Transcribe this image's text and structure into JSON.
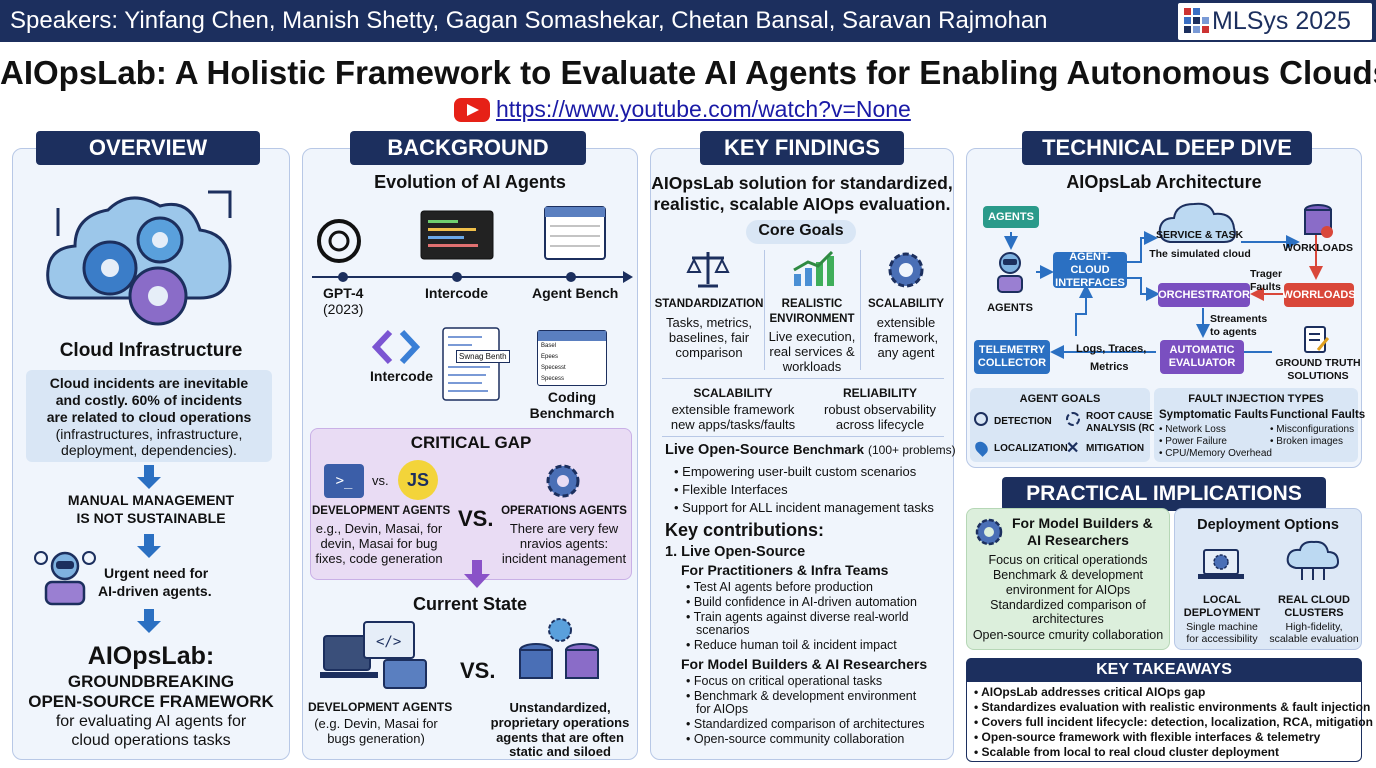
{
  "header": {
    "speakers": "Speakers: Yinfang Chen, Manish Shetty, Gagan Somashekar, Chetan Bansal, Saravan Rajmohan",
    "conference": "MLSys 2025",
    "title": "AIOpsLab: A Holistic Framework to Evaluate AI Agents for Enabling Autonomous Clouds",
    "url": "https://www.youtube.com/watch?v=None"
  },
  "overview": {
    "heading": "OVERVIEW",
    "cloud_label": "Cloud Infrastructure",
    "box_line1": "Cloud incidents are inevitable",
    "box_line2": "and costly. 60% of incidents",
    "box_line3": "are related to cloud operations",
    "box_line4": "(infrastructures, infrastructure,",
    "box_line5": "deployment, dependencies).",
    "manual1": "MANUAL MANAGEMENT",
    "manual2": "IS NOT SUSTAINABLE",
    "urgent1": "Urgent need for",
    "urgent2": "AI-driven agents.",
    "final1": "AIOpsLab:",
    "final2": "GROUNDBREAKING",
    "final3": "OPEN-SOURCE FRAMEWORK",
    "final4": "for evaluating AI agents for",
    "final5": "cloud operations tasks"
  },
  "background": {
    "heading": "BACKGROUND",
    "subtitle": "Evolution of AI Agents",
    "t1": "GPT-4",
    "t1_year": "(2023)",
    "t2": "Intercode",
    "t3": "Agent Bench",
    "logo_label": "Intercode",
    "doc_tag": "Swnag Benth",
    "coding1": "Coding",
    "coding2": "Benchmarch",
    "table_rows": [
      "Basel",
      "Epees",
      "Specesst",
      "Specess"
    ],
    "gap_title": "CRITICAL GAP",
    "vs": "vs.",
    "js": "JS",
    "dev_title": "DEVELOPMENT AGENTS",
    "dev1": "e.g., Devin, Masai, for",
    "dev2": "devin, Masai for bug",
    "dev3": "fixes, code generation",
    "big_vs": "VS.",
    "ops_title": "OPERATIONS AGENTS",
    "ops1": "There are very few",
    "ops2": "nravios agents:",
    "ops3": "incident management",
    "current": "Current State",
    "cur_dev_title": "DEVELOPMENT AGENTS",
    "cur_dev1": "(e.g. Devin, Masai for",
    "cur_dev2": "bugs generation)",
    "cur_vs": "VS.",
    "cur_ops1": "Unstandardized,",
    "cur_ops2": "proprietary operations",
    "cur_ops3": "agents that are often",
    "cur_ops4": "static and siloed"
  },
  "findings": {
    "heading": "KEY FINDINGS",
    "lead1": "AIOpsLab solution for standardized,",
    "lead2": "realistic, scalable AIOps evaluation.",
    "core": "Core Goals",
    "g1_title": "STANDARDIZATION",
    "g1_1": "Tasks, metrics,",
    "g1_2": "baselines, fair",
    "g1_3": "comparison",
    "g2_title1": "REALISTIC",
    "g2_title2": "ENVIRONMENT",
    "g2_1": "Live execution,",
    "g2_2": "real services &",
    "g2_3": "workloads",
    "g3_title": "SCALABILITY",
    "g3_1": "extensible",
    "g3_2": "framework,",
    "g3_3": "any agent",
    "s_title": "SCALABILITY",
    "s_1": "extensible framework",
    "s_2": "new apps/tasks/faults",
    "r_title": "RELIABILITY",
    "r_1": "robust observability",
    "r_2": "across lifecycle",
    "live_title": "Live Open-Source",
    "live_bench": "Benchmark",
    "live_note": "(100+ problems)",
    "live_items": [
      "Empowering user-built custom scenarios",
      "Flexible Interfaces",
      "Support for ALL incident management tasks"
    ],
    "contrib": "Key contributions:",
    "c1": "1. Live Open-Source",
    "prac_title": "For Practitioners & Infra Teams",
    "prac_items": [
      "Test AI agents before production",
      "Build confidence in AI-driven automation",
      "Train agents against diverse real-world",
      "scenarios",
      "Reduce human toil & incident impact"
    ],
    "mb_title": "For Model Builders & AI Researchers",
    "mb_items": [
      "Focus on critical operational tasks",
      "Benchmark & development environment",
      "for AIOps",
      "Standardized comparison of architectures",
      "Open-source community collaboration"
    ]
  },
  "deep": {
    "heading": "TECHNICAL DEEP DIVE",
    "subtitle": "AIOpsLab Architecture",
    "agents_top": "AGENTS",
    "agents_lbl": "AGENTS",
    "aci1": "AGENT-CLOUD",
    "aci2": "INTERFACES",
    "svc": "SERVICE & TASK",
    "sim": "The simulated cloud",
    "workloads_lbl": "WORKLOADS",
    "trigger1": "Trager",
    "trigger2": "Faults",
    "orch": "ORCHESTRATOR",
    "workloads_box": "WORRLOADS",
    "streams1": "Streaments",
    "streams2": "to agents",
    "tele1": "TELEMETRY",
    "tele2": "COLLECTOR",
    "logs": "Logs, Traces,",
    "metrics": "Metrics",
    "auto1": "AUTOMATIC",
    "auto2": "EVALUATOR",
    "gt1": "GROUND TRUTH",
    "gt2": "SOLUTIONS",
    "goals_title": "AGENT GOALS",
    "goal_det": "DETECTION",
    "goal_rca1": "ROOT CAUSE",
    "goal_rca2": "ANALYSIS (RCA)",
    "goal_loc": "LOCALIZATION",
    "goal_mit": "MITIGATION",
    "fault_title": "FAULT INJECTION TYPES",
    "symp_title": "Symptomatic Faults",
    "symp_items": [
      "• Network Loss",
      "• Power Failure",
      "• CPU/Memory Overhead"
    ],
    "func_title": "Functional Faults",
    "func_items": [
      "• Misconfigurations",
      "• Broken images"
    ]
  },
  "practical": {
    "heading": "PRACTICAL IMPLICATIONS",
    "mb1": "For Model Builders &",
    "mb2": "AI Researchers",
    "mb_lines": [
      "Focus on critical operationds",
      "Benchmark & development",
      "environment for AIOps",
      "Standardized comparison of",
      "architectures",
      "Open-source cmurity collaboration"
    ],
    "dep_title": "Deployment Options",
    "local1": "LOCAL",
    "local2": "DEPLOYMENT",
    "local3": "Single machine",
    "local4": "for accessibility",
    "real1": "REAL CLOUD",
    "real2": "CLUSTERS",
    "real3": "High-fidelity,",
    "real4": "scalable evaluation"
  },
  "takeaways": {
    "heading": "KEY TAKEAWAYS",
    "items": [
      "• AIOpsLab addresses critical AIOps gap",
      "• Standardizes evaluation with realistic environments & fault injection",
      "• Covers full incident lifecycle: detection, localization, RCA, mitigation",
      "• Open-source framework with flexible interfaces & telemetry",
      "• Scalable from local to real cloud cluster deployment"
    ]
  },
  "colors": {
    "navy": "#1c2f5e",
    "accent_blue": "#2b70c2",
    "purple": "#7a4fc0",
    "red": "#d9473a",
    "panel": "#f0f5fc"
  }
}
